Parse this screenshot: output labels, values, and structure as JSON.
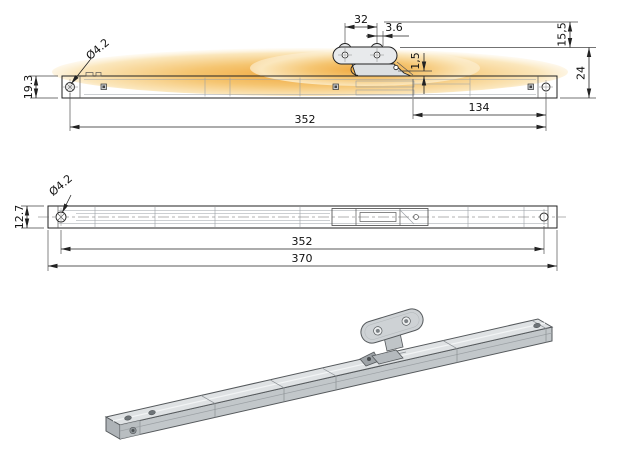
{
  "drawing": {
    "side_view": {
      "d32": "32",
      "d36": "3.6",
      "d155": "15,5",
      "d24": "24",
      "d193": "19.3",
      "d15": "1,5",
      "dia": "Ø4.2",
      "d352": "352",
      "d134": "134"
    },
    "plan_view": {
      "dia": "Ø4.2",
      "d127": "12.7",
      "d352": "352",
      "d370": "370"
    },
    "colors": {
      "highlight": "#f0a73c",
      "line": "#222222",
      "metal_top": "#dfe2e4",
      "metal_front": "#c2c7ca"
    }
  }
}
